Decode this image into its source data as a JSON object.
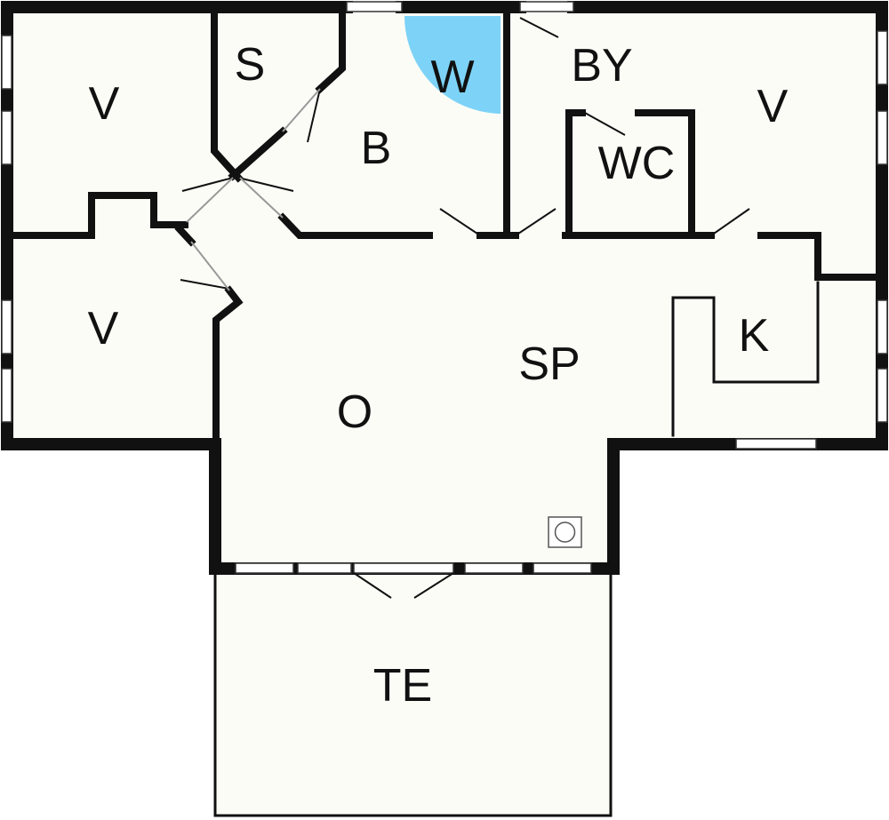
{
  "colors": {
    "wall": "#111111",
    "floor": "#fcfcf7",
    "window": "#ffffff",
    "whirlpool": "#7dd3f7",
    "background": "#ffffff"
  },
  "rooms": {
    "v_top_left": "V",
    "storage": "S",
    "bathroom": "B",
    "whirlpool": "W",
    "utility": "BY",
    "toilet": "WC",
    "v_top_right": "V",
    "v_middle_left": "V",
    "living": "O",
    "dining": "SP",
    "kitchen": "K",
    "terrace": "TE"
  },
  "icons": {
    "stove": "wood-stove-icon"
  }
}
